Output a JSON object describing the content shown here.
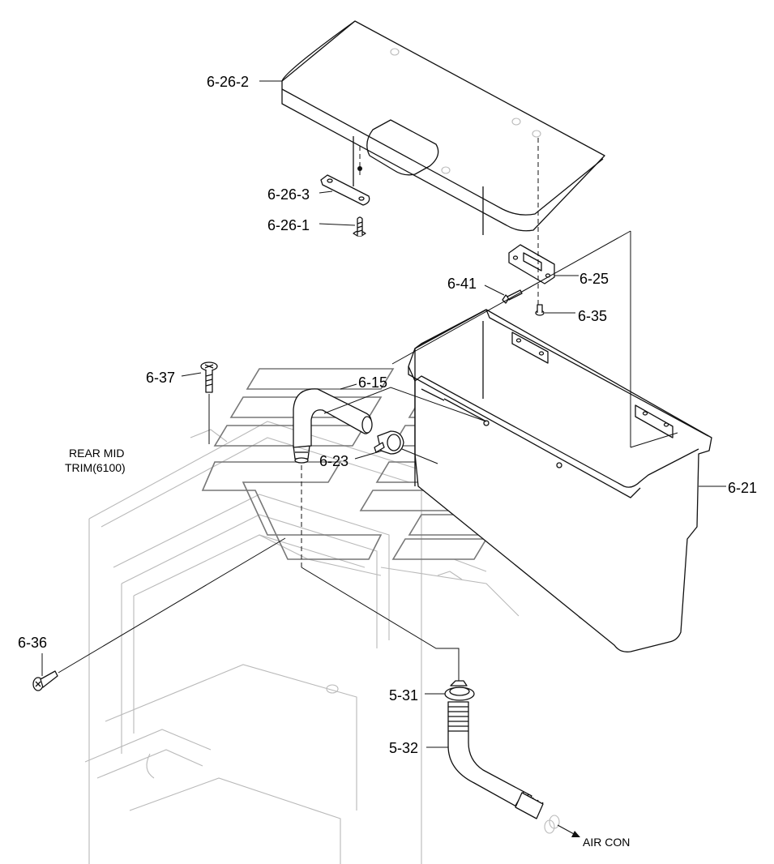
{
  "labels": {
    "lid": "6-26-2",
    "lid_plate": "6-26-3",
    "lid_screw": "6-26-1",
    "screw_641": "6-41",
    "hinge": "6-25",
    "screw_635": "6-35",
    "screw_637": "6-37",
    "elbow_hose": "6-15",
    "clamp_623": "6-23",
    "rear_mid_trim_line1": "REAR MID",
    "rear_mid_trim_line2": "TRIM(6100)",
    "tank": "6-21",
    "screw_636": "6-36",
    "clamp_531": "5-31",
    "drain_hose": "5-32",
    "air_con": "AIR CON"
  }
}
